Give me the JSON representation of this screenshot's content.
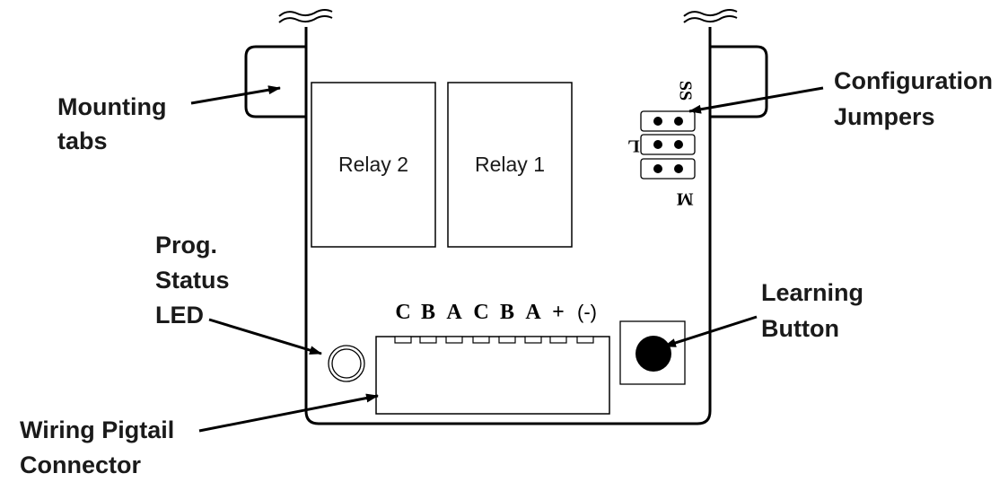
{
  "diagram": {
    "callouts": {
      "mounting_tabs": [
        "Mounting",
        "tabs"
      ],
      "configuration_jumpers": [
        "Configuration",
        "Jumpers"
      ],
      "prog_status_led": [
        "Prog.",
        "Status",
        "LED"
      ],
      "learning_button": [
        "Learning",
        "Button"
      ],
      "wiring_pigtail_connector": [
        "Wiring Pigtail",
        "Connector"
      ]
    },
    "relays": [
      "Relay 2",
      "Relay 1"
    ],
    "terminal_labels": [
      "C",
      "B",
      "A",
      "C",
      "B",
      "A",
      "+",
      "(-)"
    ],
    "jumper_labels": [
      "SS",
      "L",
      "M"
    ]
  }
}
